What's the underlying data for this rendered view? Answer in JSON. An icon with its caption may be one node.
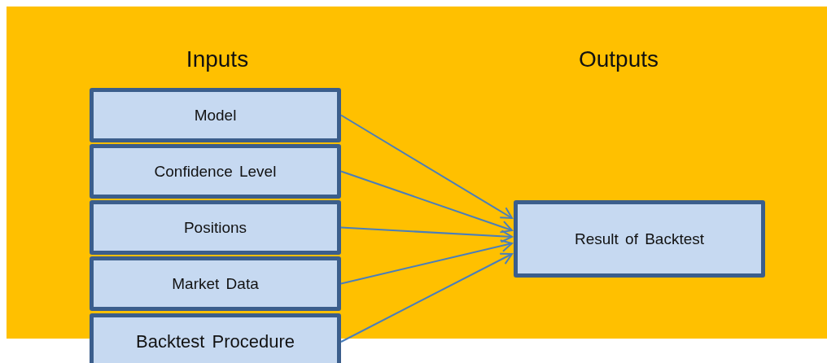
{
  "diagram": {
    "nodes": [
      {
        "text": [
          "Model"
        ]
      },
      {
        "text": [
          "Confidence Level"
        ]
      },
      {
        "text": [
          "Positions"
        ]
      },
      {
        "text": [
          "Market Data"
        ]
      },
      {
        "text": [
          "Backtest Procedure"
        ]
      },
      {
        "text": [
          "Result of Backtest"
        ]
      }
    ],
    "edges": [
      {
        "from": 0,
        "to": 5,
        "arrow": "to"
      },
      {
        "from": 1,
        "to": 5,
        "arrow": "to"
      },
      {
        "from": 2,
        "to": 5,
        "arrow": "to"
      },
      {
        "from": 3,
        "to": 5,
        "arrow": "to"
      },
      {
        "from": 4,
        "to": 5,
        "arrow": "to"
      }
    ],
    "labels": [
      "Inputs",
      "Outputs"
    ]
  }
}
